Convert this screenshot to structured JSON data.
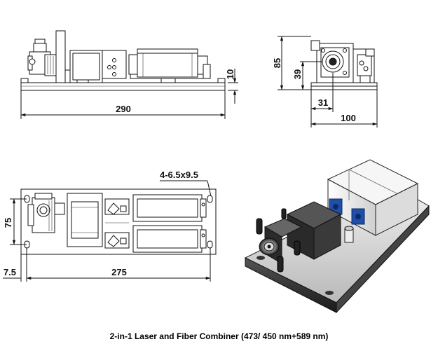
{
  "caption": "2-in-1 Laser and Fiber Combiner (473/ 450 nm+589 nm)",
  "dimensions": {
    "side_length": "290",
    "side_height": "10",
    "end_height": "85",
    "end_axis_height": "39",
    "end_axis_offset": "31",
    "end_width": "100",
    "top_width": "75",
    "top_hole_pitch": "275",
    "top_hole_offset": "7.5",
    "mounting_holes": "4-6.5x9.5"
  }
}
